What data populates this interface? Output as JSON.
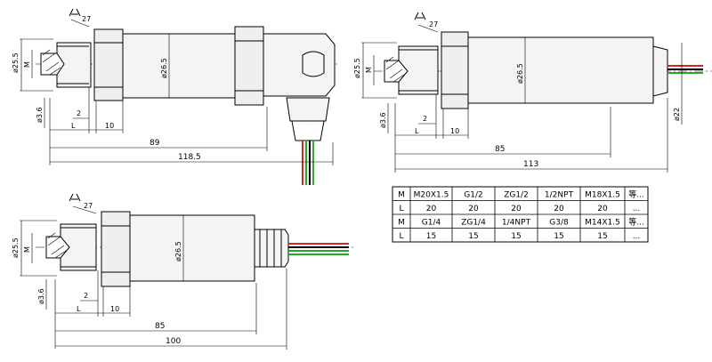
{
  "views": [
    {
      "id": "angle",
      "labels": {
        "wrench": "27",
        "outer_dia": "ø25.5",
        "thread": "M",
        "bore": "ø3.6",
        "body_dia": "ø26.5",
        "step": "2",
        "L": "L",
        "hex_len": "10",
        "len_short": "89",
        "len_total": "118.5"
      }
    },
    {
      "id": "cable",
      "labels": {
        "wrench": "27",
        "outer_dia": "ø25.5",
        "thread": "M",
        "bore": "ø3.6",
        "body_dia": "ø26.5",
        "cable_dia": "ø22",
        "step": "2",
        "L": "L",
        "hex_len": "10",
        "len_short": "85",
        "len_total": "113"
      }
    },
    {
      "id": "gland",
      "labels": {
        "wrench": "27",
        "outer_dia": "ø25.5",
        "thread": "M",
        "bore": "ø3.6",
        "body_dia": "ø26.5",
        "step": "2",
        "L": "L",
        "hex_len": "10",
        "len_short": "85",
        "len_total": "100"
      }
    }
  ],
  "table": {
    "rows": [
      [
        "M",
        "M20X1.5",
        "G1/2",
        "ZG1/2",
        "1/2NPT",
        "M18X1.5",
        "等..."
      ],
      [
        "L",
        "20",
        "20",
        "20",
        "20",
        "20",
        "..."
      ],
      [
        "M",
        "G1/4",
        "ZG1/4",
        "1/4NPT",
        "G3/8",
        "M14X1.5",
        "等..."
      ],
      [
        "L",
        "15",
        "15",
        "15",
        "15",
        "15",
        "..."
      ]
    ]
  }
}
